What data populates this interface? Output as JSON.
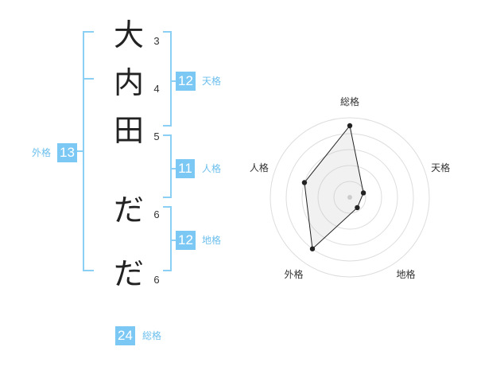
{
  "name": {
    "chars": [
      "大",
      "内",
      "田",
      "だ",
      "だ"
    ],
    "strokes": [
      "3",
      "4",
      "5",
      "6",
      "6"
    ]
  },
  "kaku": {
    "tenkaku": {
      "value": "12",
      "label": "天格"
    },
    "jinkaku": {
      "value": "11",
      "label": "人格"
    },
    "chikaku": {
      "value": "12",
      "label": "地格"
    },
    "gaikaku": {
      "value": "13",
      "label": "外格"
    },
    "soukaku": {
      "value": "24",
      "label": "総格"
    }
  },
  "colors": {
    "accent": "#7cc8f5",
    "bracket": "#8ccff5",
    "label": "#6cbfed"
  },
  "chart_data": {
    "type": "radar",
    "axes": [
      "総格",
      "天格",
      "地格",
      "外格",
      "人格"
    ],
    "rings": 5,
    "max": 5,
    "values": [
      4.5,
      0.9,
      0.8,
      4.0,
      3.0
    ]
  }
}
